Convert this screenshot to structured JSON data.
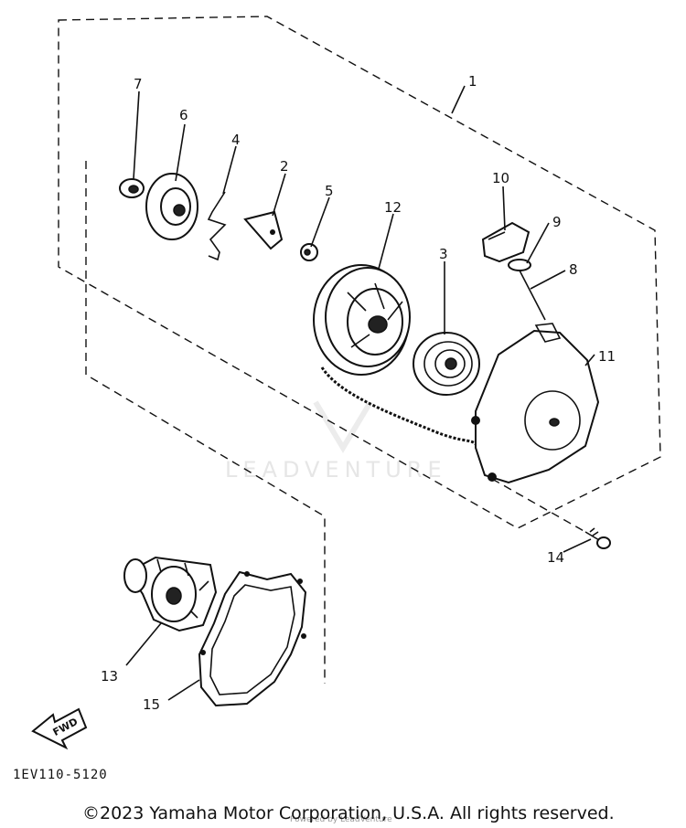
{
  "callouts": {
    "c1": "1",
    "c2": "2",
    "c3": "3",
    "c4": "4",
    "c5": "5",
    "c6": "6",
    "c7": "7",
    "c8": "8",
    "c9": "9",
    "c10": "10",
    "c11": "11",
    "c12": "12",
    "c13": "13",
    "c14": "14",
    "c15": "15"
  },
  "direction_label": "FWD",
  "diagram_code": "1EV110-5120",
  "watermark": {
    "brand": "LEADVENTURE",
    "subtext": "Powered by LeadVenture"
  },
  "copyright": "©2023 Yamaha Motor Corporation, U.S.A. All rights reserved.",
  "colors": {
    "ink": "#111111",
    "background": "#ffffff",
    "watermark": "#e6e6e6"
  }
}
